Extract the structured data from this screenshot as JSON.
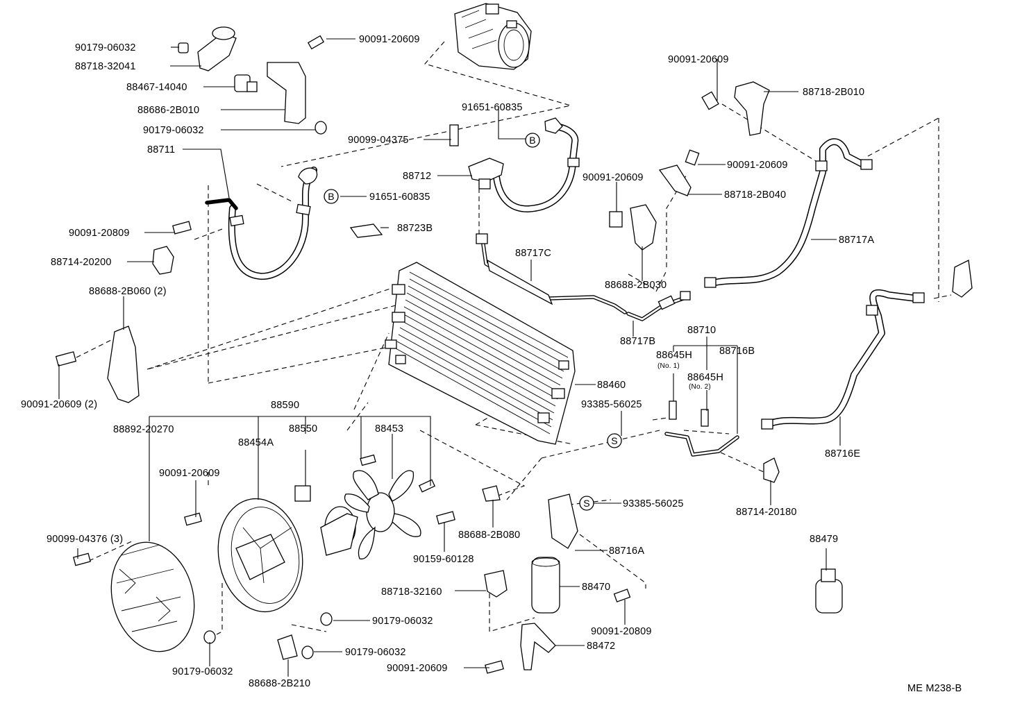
{
  "diagram_code": "ME M238-B",
  "callouts": {
    "c1": "90179-06032",
    "c2": "88718-32041",
    "c3": "88467-14040",
    "c4": "88686-2B010",
    "c5": "90179-06032",
    "c6": "88711",
    "c7": "90091-20609",
    "c8": "91651-60835",
    "c9": "90099-04375",
    "c10": "88712",
    "c11": "91651-60835",
    "c12": "88723B",
    "c13": "90091-20809",
    "c14": "88714-20200",
    "c15": "88688-2B060 (2)",
    "c16": "90091-20609 (2)",
    "c17": "88717C",
    "c18": "90091-20609",
    "c19": "88718-2B010",
    "c20": "90091-20609",
    "c21": "90091-20609",
    "c22": "88718-2B040",
    "c23": "88717A",
    "c24": "88688-2B030",
    "c25": "88717B",
    "c26": "88710",
    "c27": "88645H",
    "c28": "(No. 1)",
    "c29": "88716B",
    "c30": "88645H",
    "c31": "(No. 2)",
    "c32": "88460",
    "c33": "93385-56025",
    "c34": "88716E",
    "c35": "88590",
    "c36": "88892-20270",
    "c37": "88454A",
    "c38": "88550",
    "c39": "88453",
    "c40": "90091-20609",
    "c41": "93385-56025",
    "c42": "88714-20180",
    "c43": "90099-04376 (3)",
    "c44": "88688-2B080",
    "c45": "90159-60128",
    "c46": "88716A",
    "c47": "88479",
    "c48": "88718-32160",
    "c49": "88470",
    "c50": "90179-06032",
    "c51": "90179-06032",
    "c52": "90091-20809",
    "c53": "88472",
    "c54": "90179-06032",
    "c55": "88688-2B210",
    "c56": "90091-20609"
  },
  "markers": {
    "b_upper": "B",
    "b_lower": "B",
    "s_right": "S",
    "s_lower": "S"
  }
}
